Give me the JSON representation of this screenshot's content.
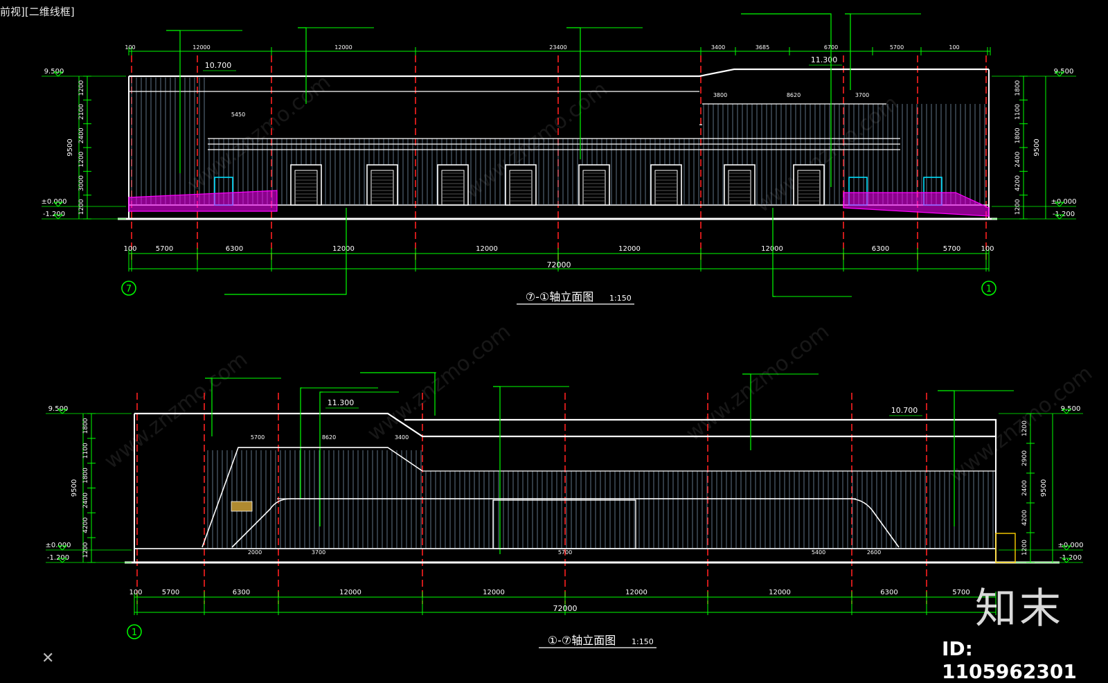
{
  "viewport_label": "前视][二维线框]",
  "watermark": {
    "logo": "知末",
    "id": "ID: 1105962301",
    "site": "www.znzmo.com"
  },
  "colors": {
    "bg": "#000000",
    "dim": "#00ff00",
    "axis": "#ff2020",
    "building": "#ffffff",
    "ramp": "#ff00ff",
    "door": "#00e0ff",
    "stripe": "#8aa6c0"
  },
  "elevations": [
    {
      "title": "⑦-①轴立面图",
      "scale": "1:150",
      "axis_left": "7",
      "axis_right": "1",
      "bottom_dims": [
        "100",
        "5700",
        "6300",
        "12000",
        "12000",
        "12000",
        "12000",
        "6300",
        "5700",
        "100"
      ],
      "total": "72000",
      "top_dims": [
        "100",
        "12000",
        "12000",
        "23400",
        "3400",
        "3685",
        "6700",
        "5700",
        "100"
      ],
      "levels_left": [
        "9.500",
        "±0.000",
        "-1.200"
      ],
      "levels_right": [
        "9.500",
        "±0.000",
        "-1.200"
      ],
      "vert_left": [
        "1200",
        "2100",
        "2400",
        "1200",
        "3000",
        "1200"
      ],
      "vert_left_total": "9500",
      "vert_right": [
        "1800",
        "1100",
        "1800",
        "2400",
        "4200",
        "1200"
      ],
      "vert_right_total": "9500",
      "roof_marks": [
        "10.700",
        "11.300"
      ],
      "mid_dims": [
        "5450",
        "3800",
        "8620",
        "3700"
      ]
    },
    {
      "title": "①-⑦轴立面图",
      "scale": "1:150",
      "axis_left": "1",
      "bottom_dims": [
        "100",
        "5700",
        "6300",
        "12000",
        "12000",
        "12000",
        "12000",
        "6300",
        "5700"
      ],
      "total": "72000",
      "levels_left": [
        "9.500",
        "±0.000",
        "-1.200"
      ],
      "levels_right": [
        "9.500",
        "±0.000",
        "-1.200"
      ],
      "vert_left": [
        "1800",
        "1100",
        "1800",
        "2400",
        "4200",
        "1200"
      ],
      "vert_left_total": "9500",
      "vert_right": [
        "1200",
        "2900",
        "2400",
        "4200",
        "1200"
      ],
      "vert_right_total": "9500",
      "roof_marks": [
        "11.300",
        "10.700"
      ],
      "mid_dims": [
        "5700",
        "8620",
        "3400",
        "2000",
        "5700",
        "5400",
        "2600",
        "3700"
      ]
    }
  ]
}
